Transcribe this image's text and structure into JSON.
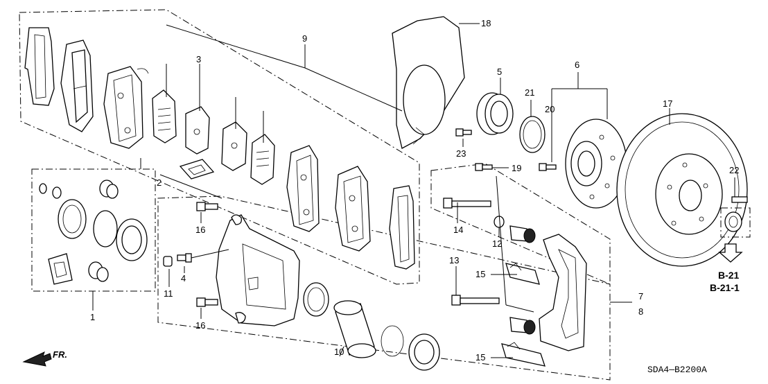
{
  "callouts": [
    "1",
    "2",
    "3",
    "4",
    "5",
    "6",
    "7",
    "8",
    "9",
    "10",
    "11",
    "12",
    "13",
    "14",
    "15",
    "15",
    "16",
    "16",
    "17",
    "18",
    "19",
    "20",
    "21",
    "22",
    "23"
  ],
  "references": [
    "B-21",
    "B-21-1"
  ],
  "direction_label": "FR.",
  "drawing_code": "SDA4—B2200A"
}
